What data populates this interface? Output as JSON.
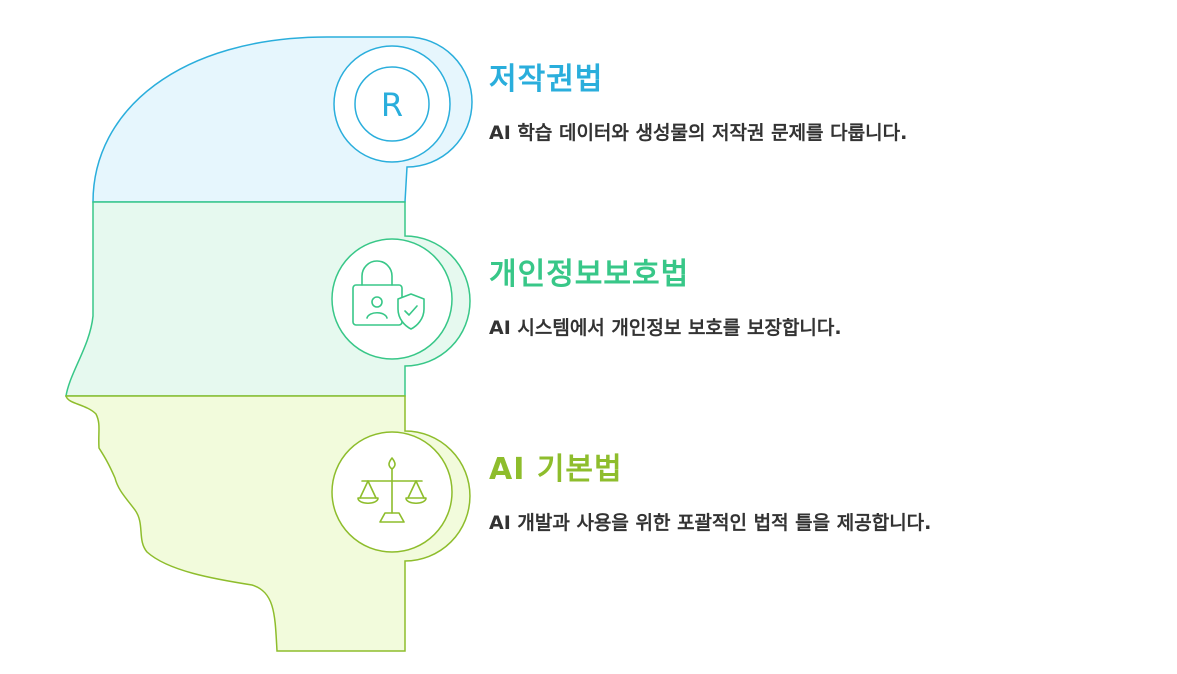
{
  "colors": {
    "blue": "#2aaedc",
    "blue_fill": "#e6f6fd",
    "green": "#38c788",
    "green_fill": "#e6f9ef",
    "lime": "#8ebd2c",
    "lime_fill": "#f2fbdc"
  },
  "sections": [
    {
      "title": "저작권법",
      "description": "AI 학습 데이터와 생성물의 저작권 문제를 다룹니다.",
      "icon": "registered-trademark-icon",
      "icon_letter": "R"
    },
    {
      "title": "개인정보보호법",
      "description": "AI 시스템에서 개인정보 보호를 보장합니다.",
      "icon": "lock-user-shield-icon"
    },
    {
      "title": "AI 기본법",
      "description": "AI 개발과 사용을 위한 포괄적인 법적 틀을 제공합니다.",
      "icon": "scales-of-justice-icon"
    }
  ]
}
